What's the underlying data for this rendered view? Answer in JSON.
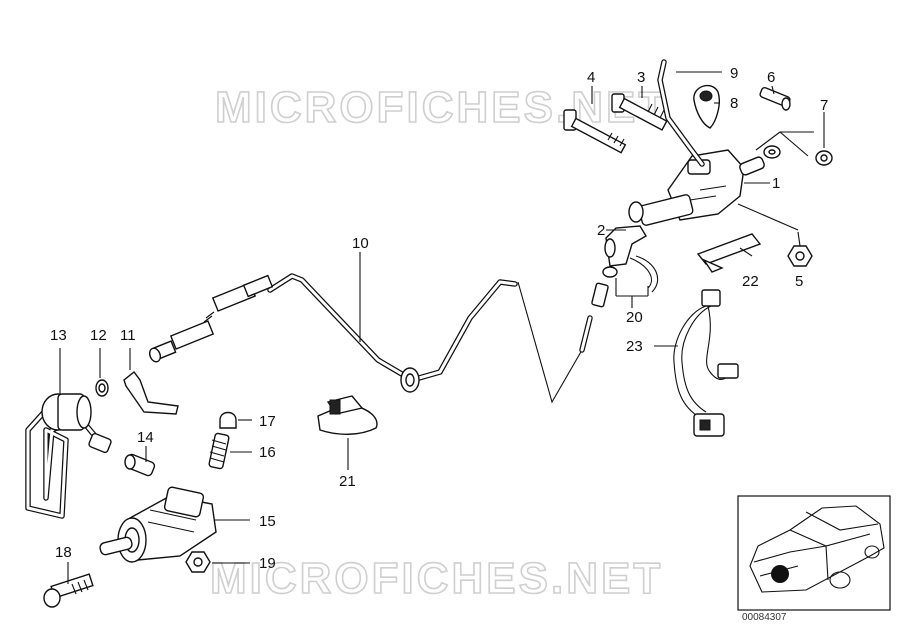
{
  "watermark": "MICROFICHES.NET",
  "diagram_ref": "00084307",
  "callouts": {
    "p1": "1",
    "p2": "2",
    "p3": "3",
    "p4": "4",
    "p5": "5",
    "p6": "6",
    "p7": "7",
    "p8": "8",
    "p9": "9",
    "p10": "10",
    "p11": "11",
    "p12": "12",
    "p13": "13",
    "p14": "14",
    "p15": "15",
    "p16": "16",
    "p17": "17",
    "p18": "18",
    "p19": "19",
    "p20": "20",
    "p21": "21",
    "p22": "22",
    "p23": "23"
  }
}
